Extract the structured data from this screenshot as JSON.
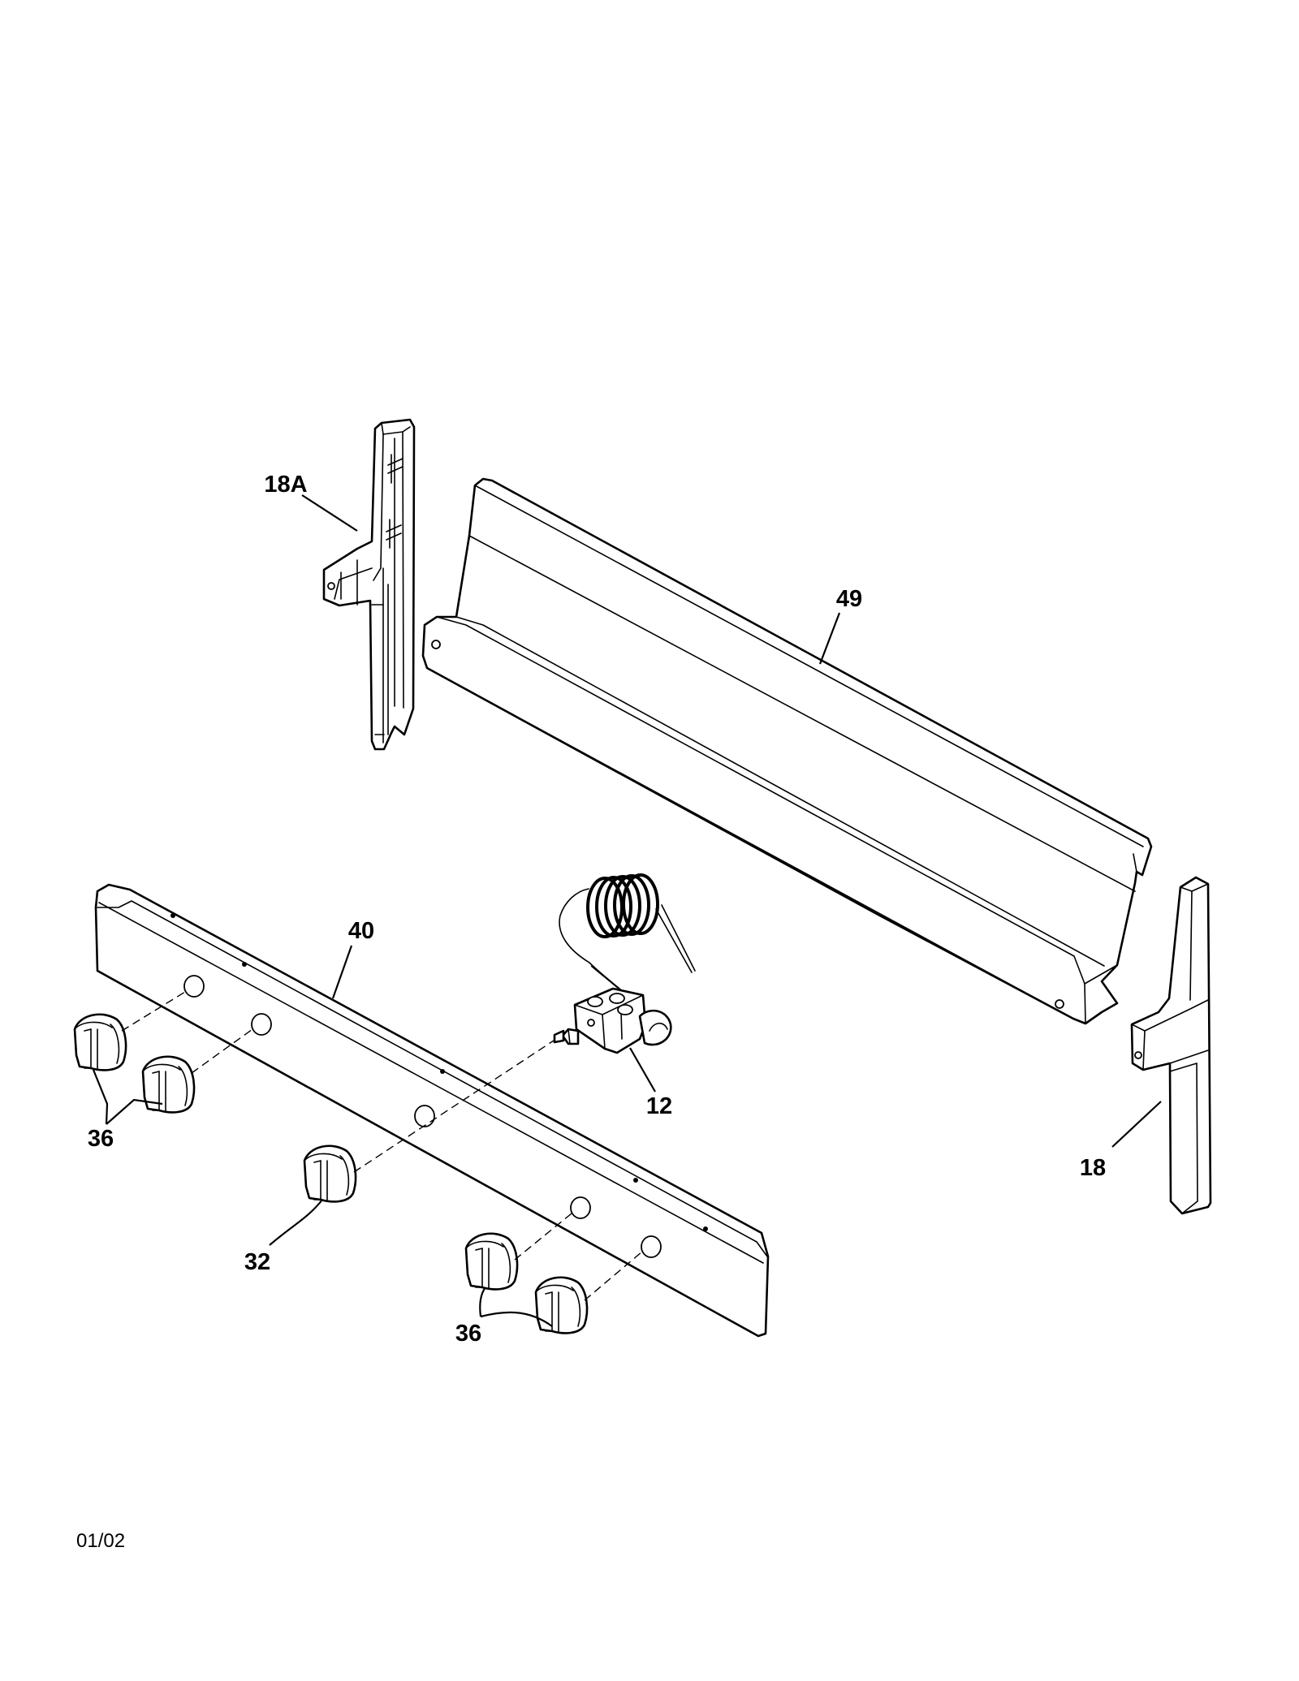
{
  "callouts": {
    "bracket_left": "18A",
    "backguard": "49",
    "control_panel": "40",
    "thermostat_valve": "12",
    "knobs_upper_left": "36",
    "knob_center": "32",
    "knobs_lower_right": "36",
    "end_cap_right": "18"
  },
  "footer": {
    "date_code": "01/02"
  }
}
